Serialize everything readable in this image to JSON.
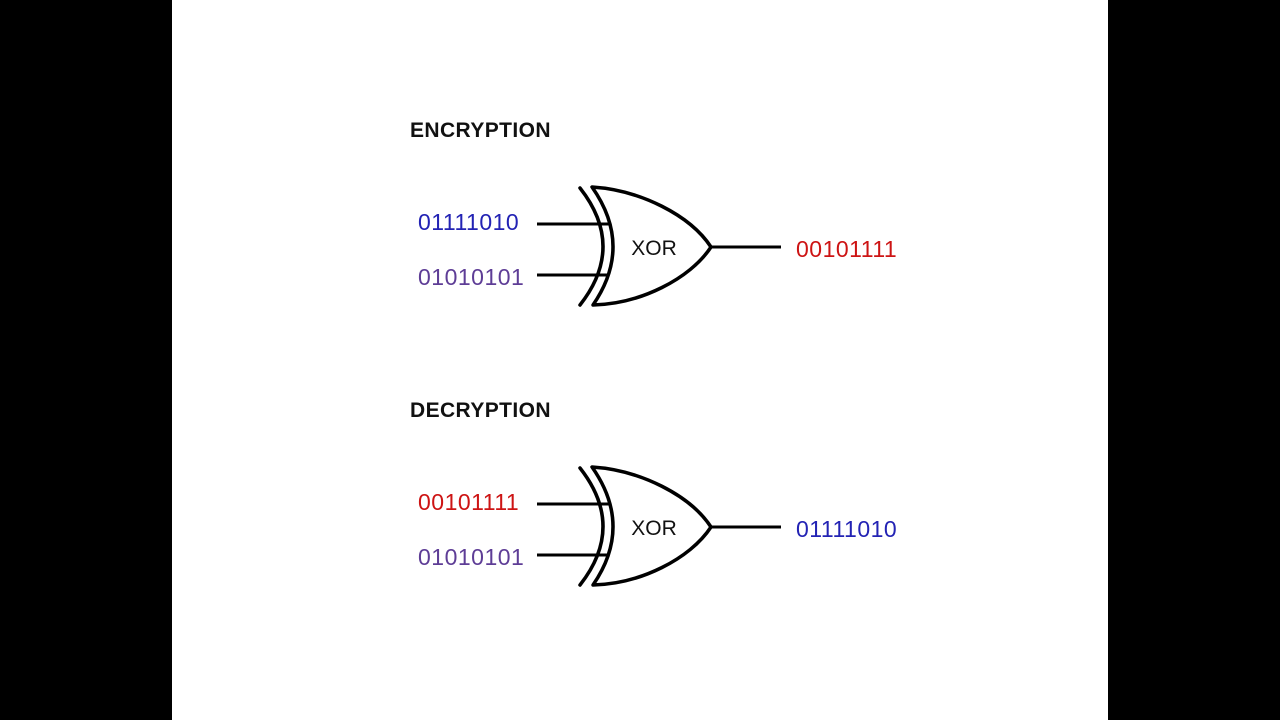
{
  "page": {
    "background": "#ffffff",
    "letterbox_color": "#000000",
    "line_color": "#000000"
  },
  "colors": {
    "plaintext_blue": "#2323b4",
    "key_purple": "#5e3d96",
    "ciphertext_red": "#cd1414",
    "title_black": "#111111"
  },
  "sections": [
    {
      "id": "encryption",
      "title": "ENCRYPTION",
      "gate_label": "XOR",
      "input_top": "01111010",
      "input_top_color": "#2323b4",
      "input_bottom": "01010101",
      "input_bottom_color": "#5e3d96",
      "output": "00101111",
      "output_color": "#cd1414"
    },
    {
      "id": "decryption",
      "title": "DECRYPTION",
      "gate_label": "XOR",
      "input_top": "00101111",
      "input_top_color": "#cd1414",
      "input_bottom": "01010101",
      "input_bottom_color": "#5e3d96",
      "output": "01111010",
      "output_color": "#2323b4"
    }
  ]
}
